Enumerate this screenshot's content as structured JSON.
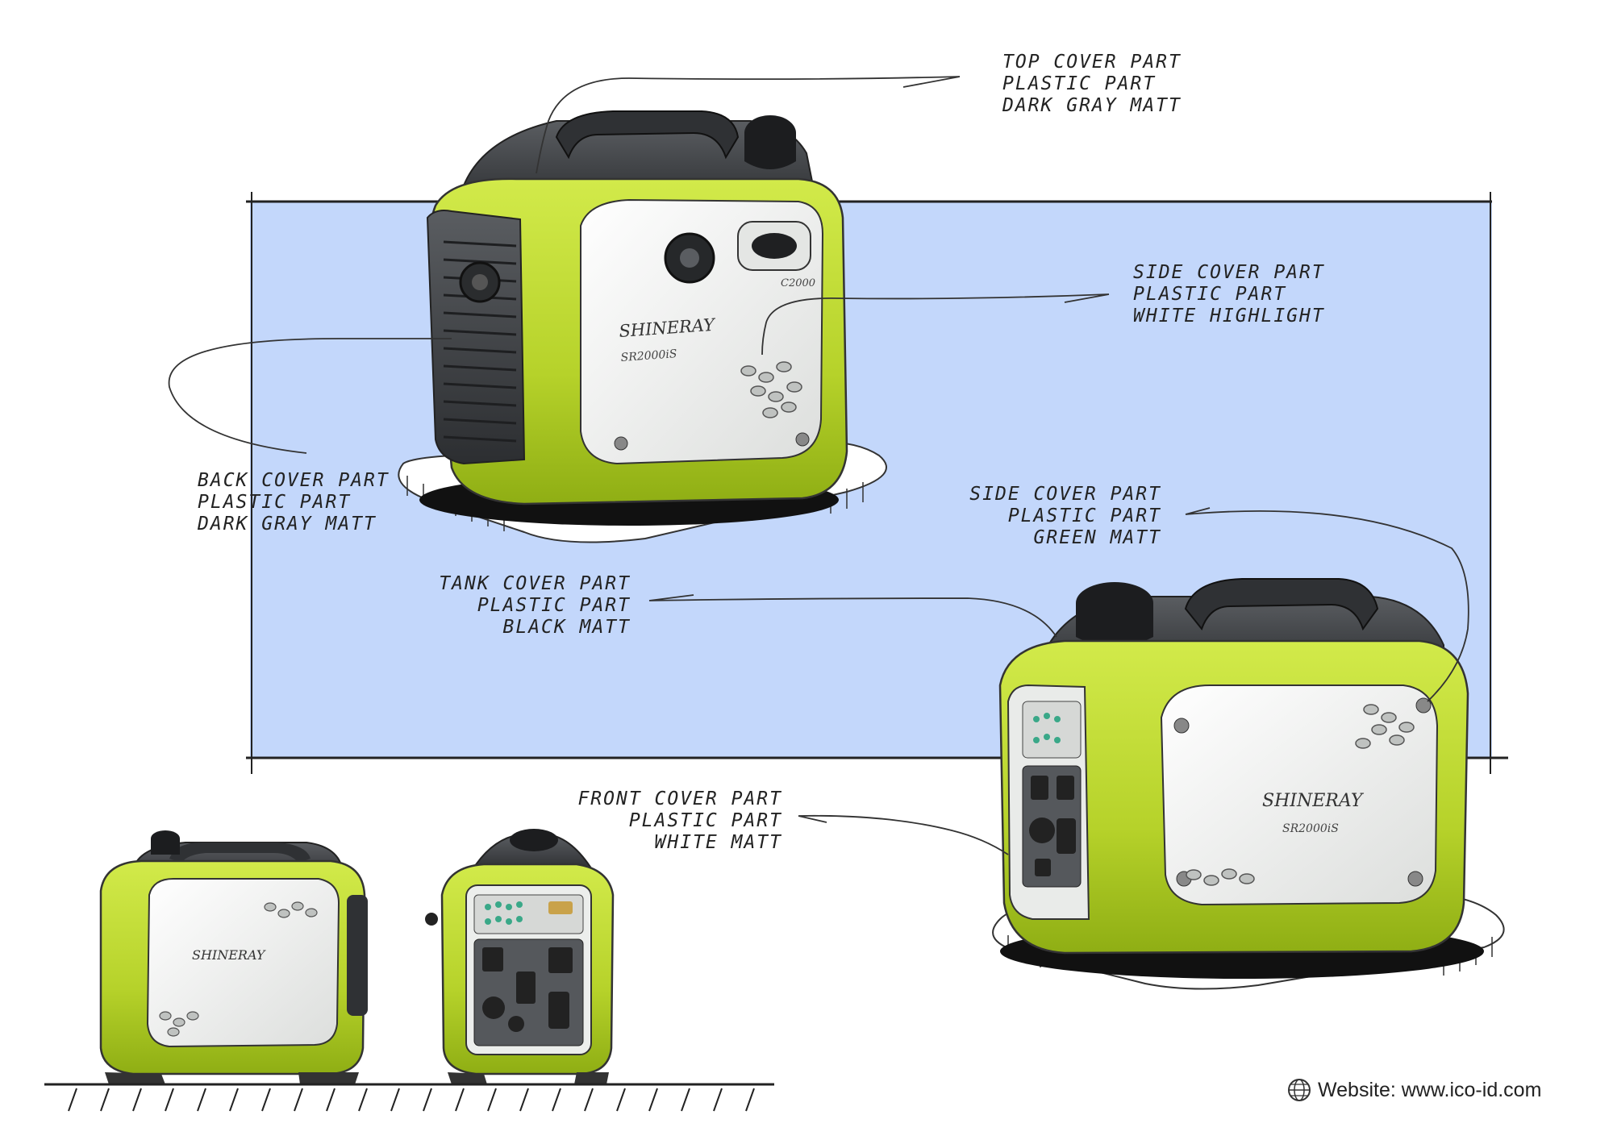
{
  "callouts": [
    {
      "id": "top-cover",
      "lines": [
        "TOP COVER PART",
        "PLASTIC PART",
        "DARK GRAY MATT"
      ]
    },
    {
      "id": "side-cover-white",
      "lines": [
        "SIDE COVER PART",
        "PLASTIC PART",
        "WHITE HIGHLIGHT"
      ]
    },
    {
      "id": "back-cover",
      "lines": [
        "BACK COVER PART",
        "PLASTIC PART",
        "DARK GRAY MATT"
      ]
    },
    {
      "id": "side-cover-green",
      "lines": [
        "SIDE COVER PART",
        "PLASTIC PART",
        "GREEN MATT"
      ]
    },
    {
      "id": "tank-cover",
      "lines": [
        "TANK COVER PART",
        "PLASTIC PART",
        "BLACK MATT"
      ]
    },
    {
      "id": "front-cover",
      "lines": [
        "FRONT COVER PART",
        "PLASTIC PART",
        "WHITE MATT"
      ]
    }
  ],
  "product": {
    "brand": "SHINERAY",
    "model": "SR2000iS",
    "small_badge": "C2000"
  },
  "footer": {
    "website_label": "Website: www.ico-id.com"
  },
  "colors": {
    "background_panel": "#c3d7fb",
    "body_green": "#b8d629",
    "cover_white": "#f2f3f2",
    "plastic_dark": "#3f4246",
    "tank_black": "#1c1d1f"
  }
}
